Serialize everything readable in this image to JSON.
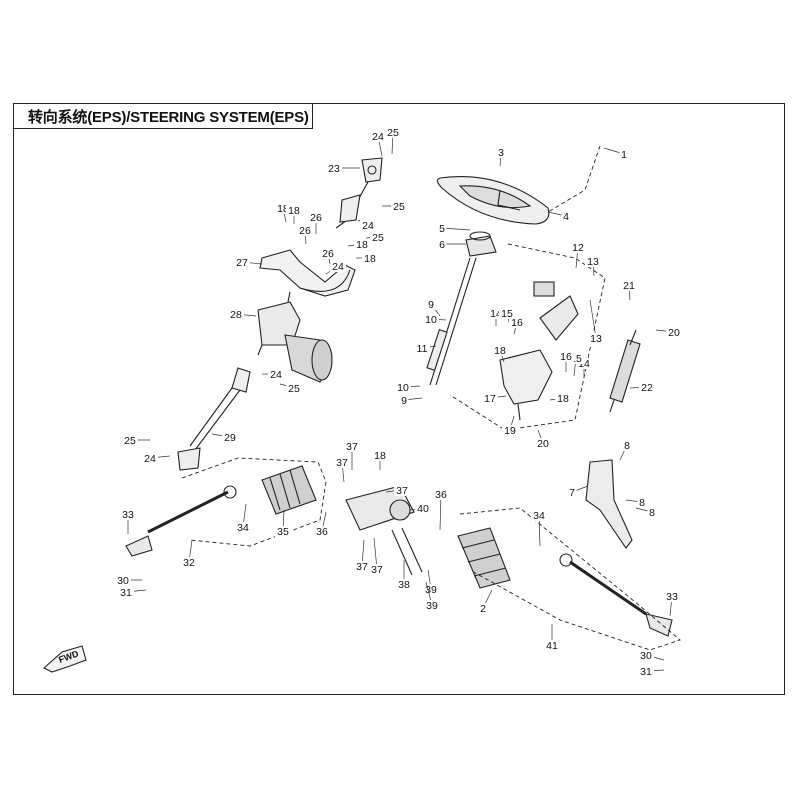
{
  "title": "转向系统(EPS)/STEERING SYSTEM(EPS)",
  "fwd_label": "FWD",
  "callouts": [
    "1",
    "2",
    "3",
    "4",
    "5",
    "6",
    "7",
    "8",
    "8",
    "8",
    "9",
    "9",
    "10",
    "10",
    "11",
    "12",
    "13",
    "13",
    "14",
    "14",
    "15",
    "15",
    "16",
    "16",
    "17",
    "18",
    "18",
    "18",
    "18",
    "18",
    "18",
    "18",
    "19",
    "20",
    "20",
    "21",
    "22",
    "23",
    "24",
    "24",
    "24",
    "24",
    "24",
    "25",
    "25",
    "25",
    "25",
    "25",
    "26",
    "26",
    "26",
    "27",
    "28",
    "29",
    "30",
    "30",
    "31",
    "31",
    "32",
    "33",
    "33",
    "34",
    "34",
    "35",
    "36",
    "36",
    "37",
    "37",
    "37",
    "37",
    "37",
    "38",
    "39",
    "39",
    "40",
    "41"
  ]
}
